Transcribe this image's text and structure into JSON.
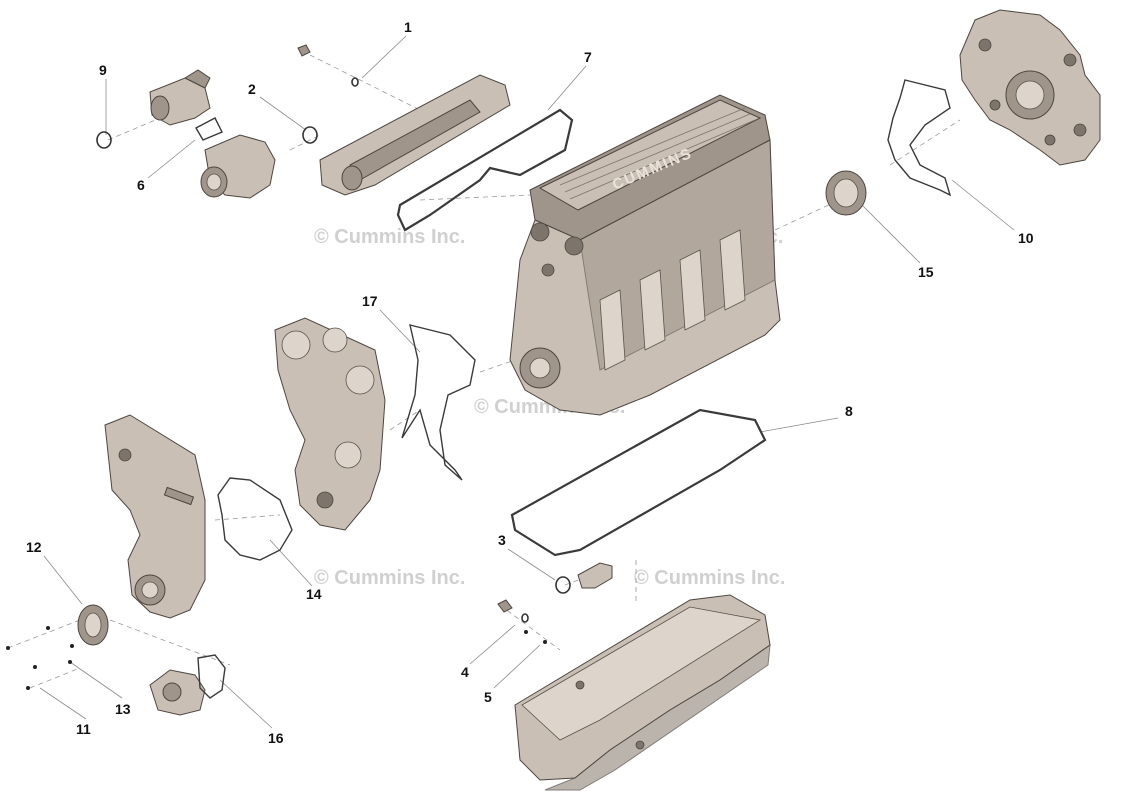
{
  "diagram": {
    "watermark_text": "© Cummins Inc.",
    "engine_logo": "CUMMINS",
    "callouts": [
      {
        "id": "1",
        "label": "1"
      },
      {
        "id": "2",
        "label": "2"
      },
      {
        "id": "3",
        "label": "3"
      },
      {
        "id": "4",
        "label": "4"
      },
      {
        "id": "5",
        "label": "5"
      },
      {
        "id": "6",
        "label": "6"
      },
      {
        "id": "7",
        "label": "7"
      },
      {
        "id": "8",
        "label": "8"
      },
      {
        "id": "9",
        "label": "9"
      },
      {
        "id": "10",
        "label": "10"
      },
      {
        "id": "11",
        "label": "11"
      },
      {
        "id": "12",
        "label": "12"
      },
      {
        "id": "13",
        "label": "13"
      },
      {
        "id": "14",
        "label": "14"
      },
      {
        "id": "15",
        "label": "15"
      },
      {
        "id": "16",
        "label": "16"
      },
      {
        "id": "17",
        "label": "17"
      }
    ]
  }
}
